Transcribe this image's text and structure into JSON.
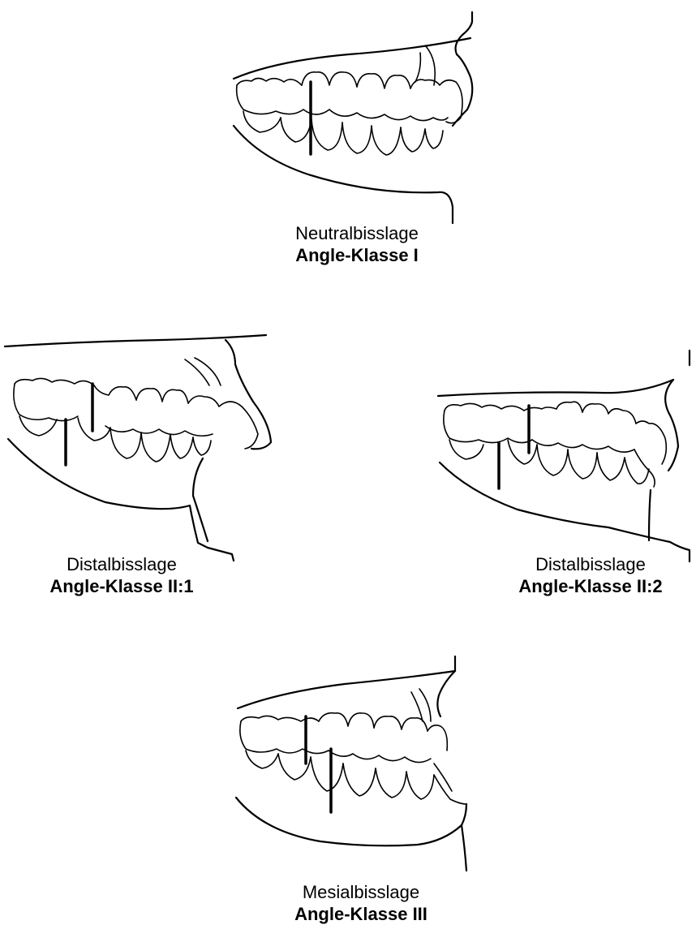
{
  "figures": [
    {
      "id": "class-1",
      "name": "Neutralbisslage",
      "class_label": "Angle-Klasse I"
    },
    {
      "id": "class-2-1",
      "name": "Distalbisslage",
      "class_label": "Angle-Klasse II:1"
    },
    {
      "id": "class-2-2",
      "name": "Distalbisslage",
      "class_label": "Angle-Klasse II:2"
    },
    {
      "id": "class-3",
      "name": "Mesialbisslage",
      "class_label": "Angle-Klasse III"
    }
  ]
}
